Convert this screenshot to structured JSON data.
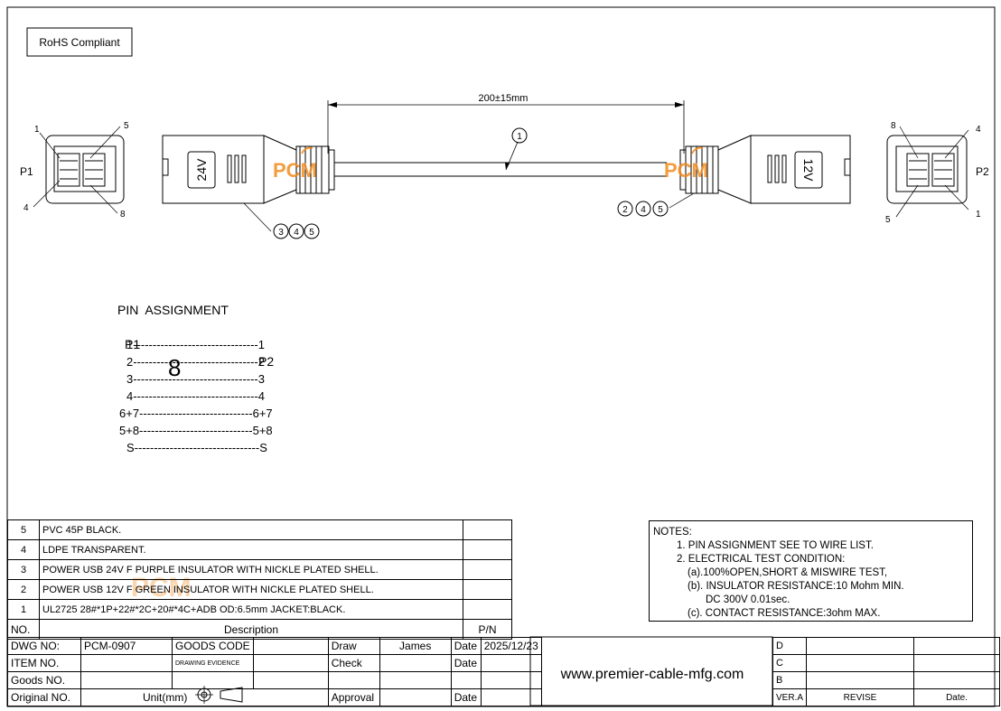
{
  "rohs": "RoHS Compliant",
  "dimension": "200±15mm",
  "left_end": {
    "label": "P1",
    "pins": {
      "top_left": "1",
      "top_right": "5",
      "bottom_left": "4",
      "bottom_right": "8"
    },
    "voltage": "24V",
    "balloons": [
      "3",
      "4",
      "5"
    ]
  },
  "right_end": {
    "label": "P2",
    "pins": {
      "top_left": "8",
      "top_right": "4",
      "bottom_left": "5",
      "bottom_right": "1"
    },
    "voltage": "12V",
    "balloons": [
      "2",
      "4",
      "5"
    ]
  },
  "cable_balloon": "1",
  "watermark": "PCM",
  "pin_assignment": {
    "title": "PIN  ASSIGNMENT",
    "header_left": "P1",
    "header_right": "P2",
    "rows": [
      "1--------------------------------1",
      "2--------------------------------2",
      "3--------------------------------3",
      "4--------------------------------4",
      "6+7-----------------------------6+7",
      "5+8-----------------------------5+8",
      "S--------------------------------S"
    ],
    "twist_symbol": "8"
  },
  "bom": {
    "rows": [
      {
        "no": "5",
        "desc": "PVC 45P BLACK.",
        "pn": ""
      },
      {
        "no": "4",
        "desc": "LDPE TRANSPARENT.",
        "pn": ""
      },
      {
        "no": "3",
        "desc": "POWER USB 24V F PURPLE INSULATOR WITH NICKLE PLATED SHELL.",
        "pn": ""
      },
      {
        "no": "2",
        "desc": "POWER USB 12V F GREEN INSULATOR WITH NICKLE PLATED SHELL.",
        "pn": ""
      },
      {
        "no": "1",
        "desc": "UL2725 28#*1P+22#*2C+20#*4C+ADB OD:6.5mm JACKET:BLACK.",
        "pn": ""
      }
    ],
    "header_no": "NO.",
    "header_desc": "Description",
    "header_pn": "P/N"
  },
  "notes": {
    "title": "NOTES:",
    "lines": [
      "1. PIN ASSIGNMENT SEE TO WIRE LIST.",
      "2. ELECTRICAL TEST CONDITION:",
      "(a).100%OPEN,SHORT & MISWIRE TEST,",
      "(b). INSULATOR RESISTANCE:10 Mohm MIN.",
      "DC 300V 0.01sec.",
      "(c). CONTACT RESISTANCE:3ohm MAX."
    ]
  },
  "title_block": {
    "dwg_label": "DWG NO:",
    "dwg_no": "PCM-0907",
    "goods_code": "GOODS CODE",
    "drawing_evidence": "DRAWING EVIDENCE",
    "item_label": "ITEM NO.",
    "goods_no_label": "Goods NO.",
    "original_label": "Original NO.",
    "unit": "Unit(mm)",
    "draw": "Draw",
    "drawer": "James",
    "date_label": "Date",
    "date": "2025/12/23",
    "check": "Check",
    "approval": "Approval",
    "website": "www.premier-cable-mfg.com"
  },
  "revision": {
    "rows": [
      "D",
      "C",
      "B"
    ],
    "ver": "VER.A",
    "revise": "REVISE",
    "date": "Date."
  }
}
